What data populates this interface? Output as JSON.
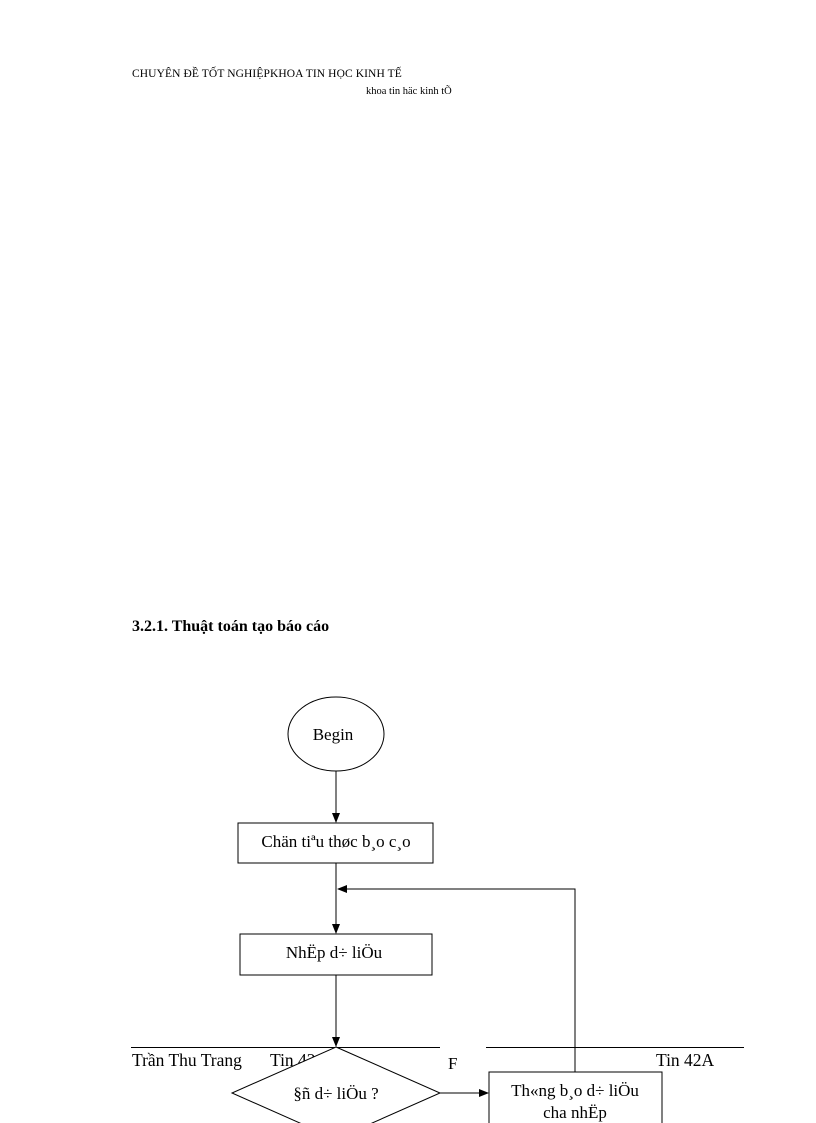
{
  "header": {
    "line1": "CHUYÊN  ĐỀ TỐT NGHIỆPKHOA  TIN HỌC KINH TẾ",
    "line2": "khoa tin häc kinh tÕ"
  },
  "section": {
    "title": "3.2.1. Thuật toán tạo báo cáo"
  },
  "flowchart": {
    "begin": "Begin",
    "choose_criteria": "Chän tiªu thøc b¸o c¸o",
    "input_data": "NhËp d÷ liÖu",
    "decision": "§ñ d÷ liÖu ?",
    "notify_line1": "Th«ng b¸o d÷ liÖu",
    "notify_line2": "cha  nhËp",
    "false_label": "F"
  },
  "footer": {
    "author": "Trần Thu Trang",
    "class_left": "Tin 42",
    "class_right": "Tin 42A"
  }
}
